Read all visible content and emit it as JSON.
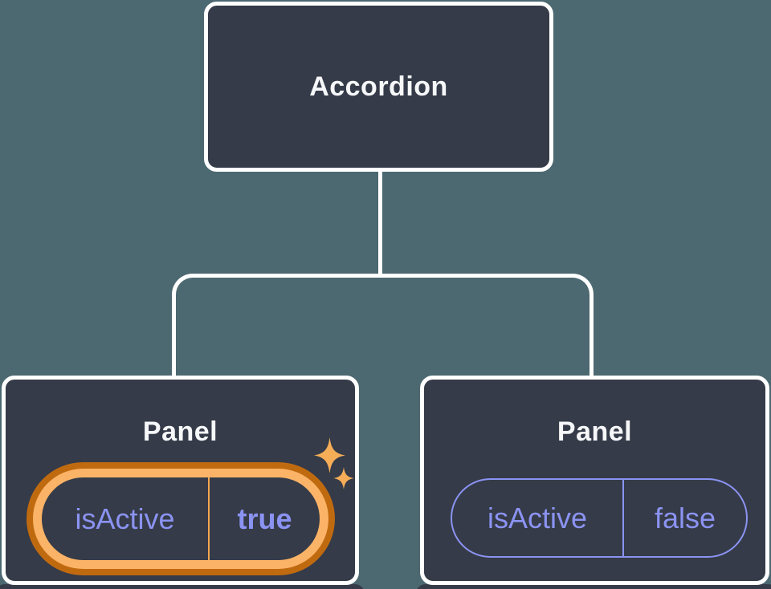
{
  "diagram": {
    "description": "Component tree: Accordion parent passing isActive prop to two Panel children",
    "root": {
      "label": "Accordion"
    },
    "panels": [
      {
        "label": "Panel",
        "prop_name": "isActive",
        "prop_value": "true",
        "state": "active",
        "highlighted": true
      },
      {
        "label": "Panel",
        "prop_name": "isActive",
        "prop_value": "false",
        "state": "inactive",
        "highlighted": false
      }
    ]
  },
  "icons": {
    "sparkle_large": "sparkle-icon",
    "sparkle_small": "sparkle-icon"
  },
  "colors": {
    "background": "#4c6870",
    "node_fill": "#353b48",
    "node_border": "#ffffff",
    "node_text": "#f6f7f9",
    "prop_text": "#8b93f2",
    "highlight_ring_outer": "#c06a10",
    "highlight_ring_inner": "#fbb367",
    "highlight_divider": "#f0a850",
    "sparkle": "#f5ad58"
  }
}
